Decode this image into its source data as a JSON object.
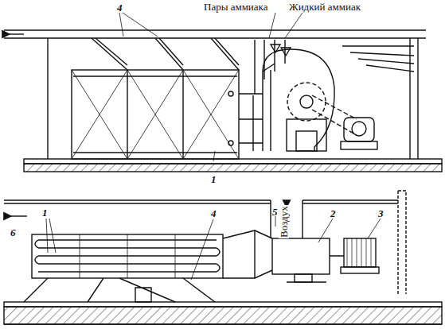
{
  "diagram": {
    "labels": [
      "4",
      "Пары аммиака",
      "Жидкий аммиак",
      "1",
      "Воздух",
      "5",
      "2",
      "3",
      "6",
      "1",
      "4"
    ]
  }
}
